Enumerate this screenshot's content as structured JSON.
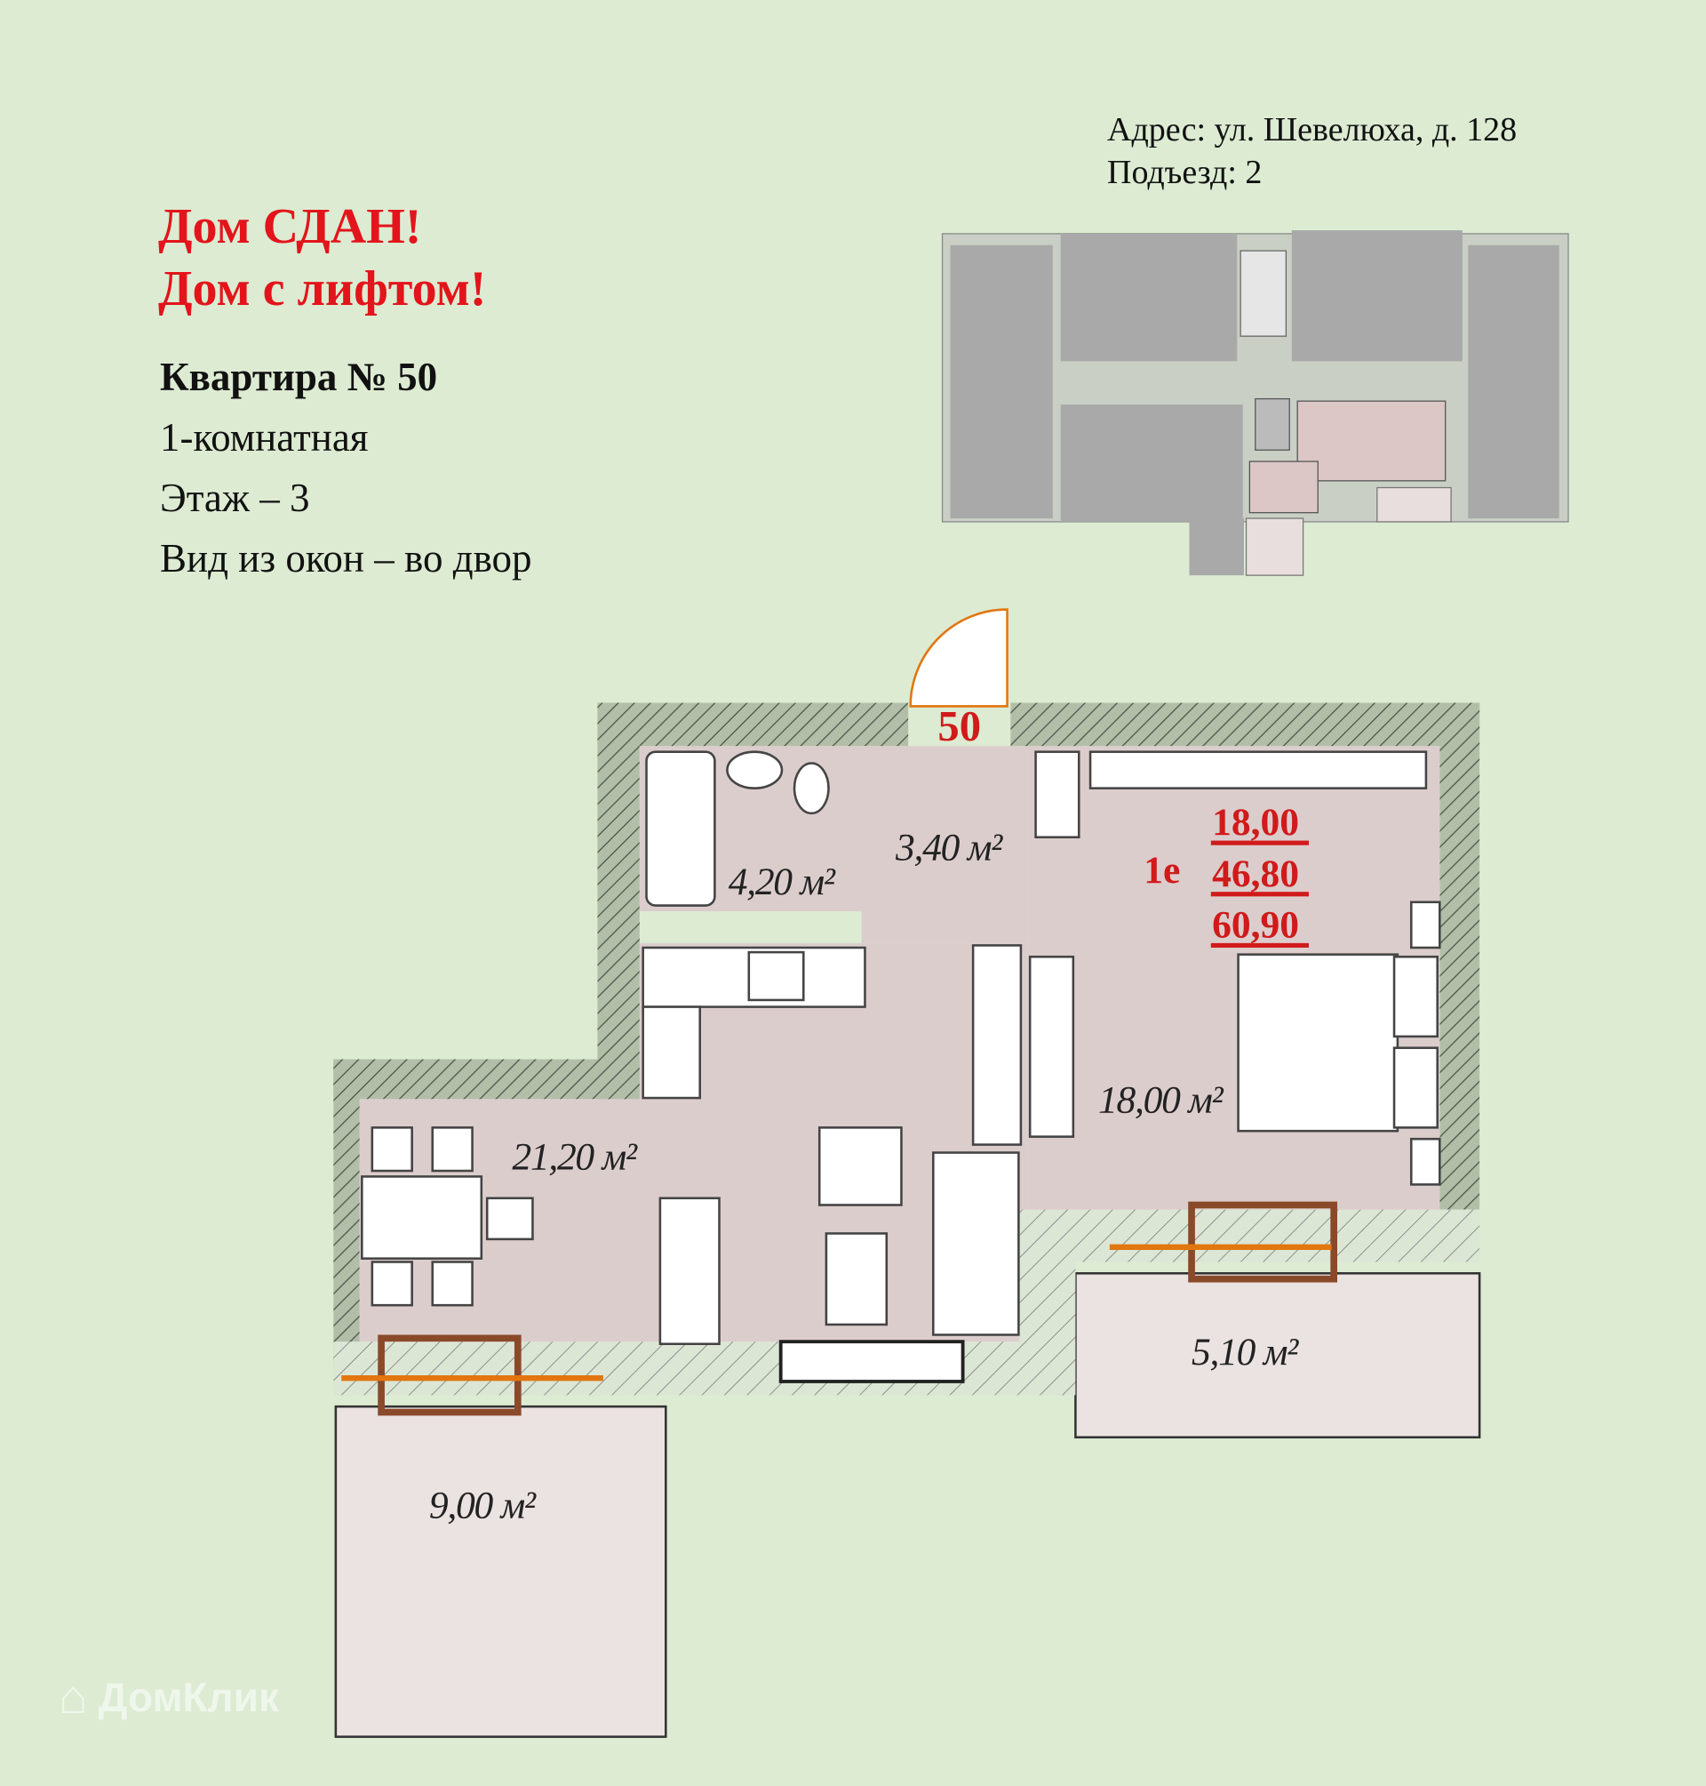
{
  "promo": {
    "line1": "Дом СДАН!",
    "line2": "Дом с лифтом!"
  },
  "apartment": {
    "title": "Квартира № 50",
    "rooms": "1-комнатная",
    "floor": "Этаж – 3",
    "view": "Вид из окон – во двор"
  },
  "address": {
    "street": "Адрес: ул. Шевелюха, д. 128",
    "entrance": "Подъезд: 2"
  },
  "plan": {
    "door_number": "50",
    "type_code": "1е",
    "living_area": "18,00",
    "total_area": "46,80",
    "total_with_balcony": "60,90",
    "rooms": {
      "bathroom": "4,20 м²",
      "hall": "3,40 м²",
      "bedroom": "18,00 м²",
      "kitchen_living": "21,20 м²",
      "balcony_right": "5,10 м²",
      "balcony_left": "9,00 м²"
    },
    "colors": {
      "room": "#dccdcd",
      "wall": "#a9b59e",
      "highlight": "#d11a1a",
      "window": "#e2760f"
    }
  },
  "watermark": "ДомКлик"
}
